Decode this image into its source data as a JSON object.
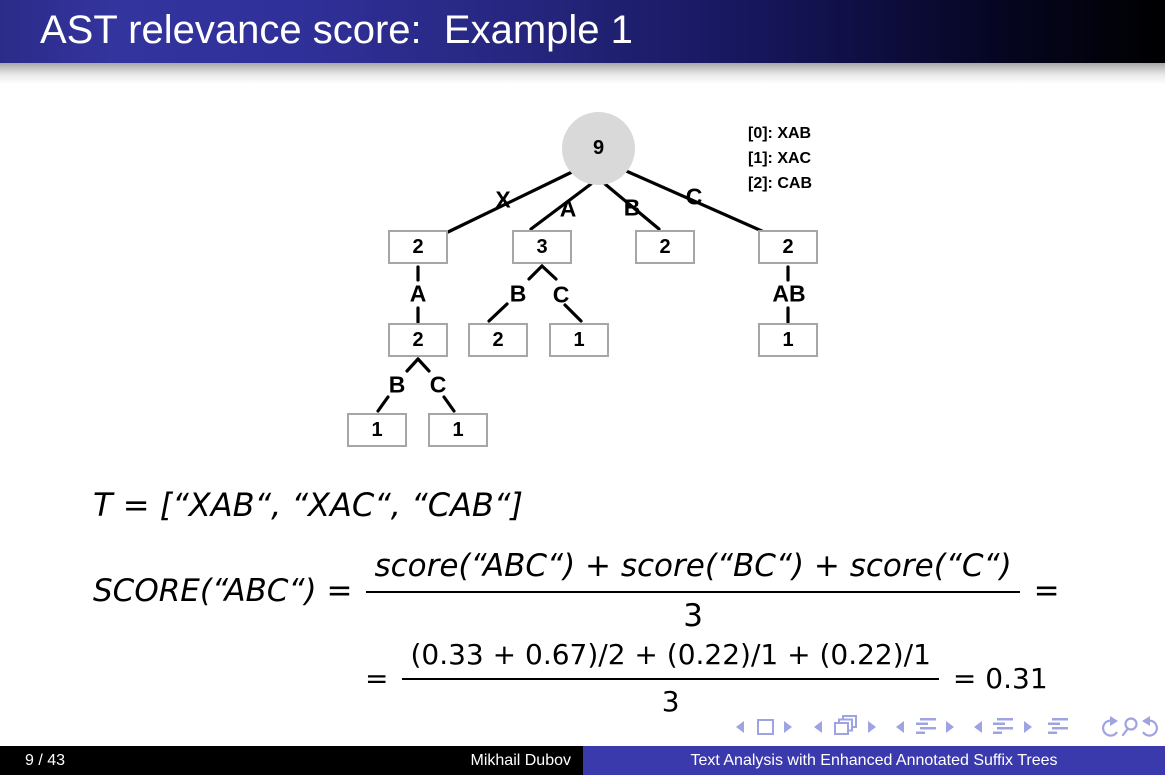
{
  "slide": {
    "title": "AST relevance score:  Example 1",
    "footer": {
      "page": "9 / 43",
      "author": "Mikhail Dubov",
      "deck_title": "Text Analysis with Enhanced Annotated Suffix Trees"
    }
  },
  "legend": {
    "items": [
      "[0]: XAB",
      "[1]: XAC",
      "[2]: CAB"
    ]
  },
  "tree": {
    "root_value": "9",
    "edge_labels": {
      "e1": "X",
      "e2": "A",
      "e3": "B",
      "e4": "C",
      "e5": "A",
      "e6": "B",
      "e7": "C",
      "e8": "AB",
      "e9": "B",
      "e10": "C"
    },
    "node_values": {
      "n1": "2",
      "n2": "3",
      "n3": "2",
      "n4": "2",
      "n5": "2",
      "n6": "2",
      "n7": "1",
      "n8": "1",
      "n9": "1",
      "n10": "1"
    }
  },
  "formulas": {
    "t_line": "T = [“XAB“, “XAC“, “CAB“]",
    "score_line": {
      "lhs": "SCORE(“ABC“) =",
      "numerator": "score(“ABC“) + score(“BC“) + score(“C“)",
      "denominator": "3",
      "trailing": "="
    },
    "numeric_line": {
      "lhs": "=",
      "numerator": "(0.33 + 0.67)/2 + (0.22)/1 + (0.22)/1",
      "denominator": "3",
      "result": "= 0.31"
    }
  },
  "nav": {
    "icons": [
      "prev-slide",
      "slide",
      "next-slide",
      "prev-frame",
      "frames",
      "next-frame",
      "prev-subsection",
      "subsection",
      "next-subsection",
      "prev-section",
      "section",
      "next-section",
      "appendix",
      "back",
      "find",
      "forward"
    ]
  },
  "colors": {
    "titlebar_gradient_left": "#34349e",
    "titlebar_gradient_right": "#000000",
    "footer_blue": "#3a3aad",
    "footer_black": "#000000",
    "nav_icon": "#9fa3e2",
    "root_node_fill": "#d9d9d9",
    "node_border": "#a6a6a6",
    "edge_color": "#000000"
  }
}
